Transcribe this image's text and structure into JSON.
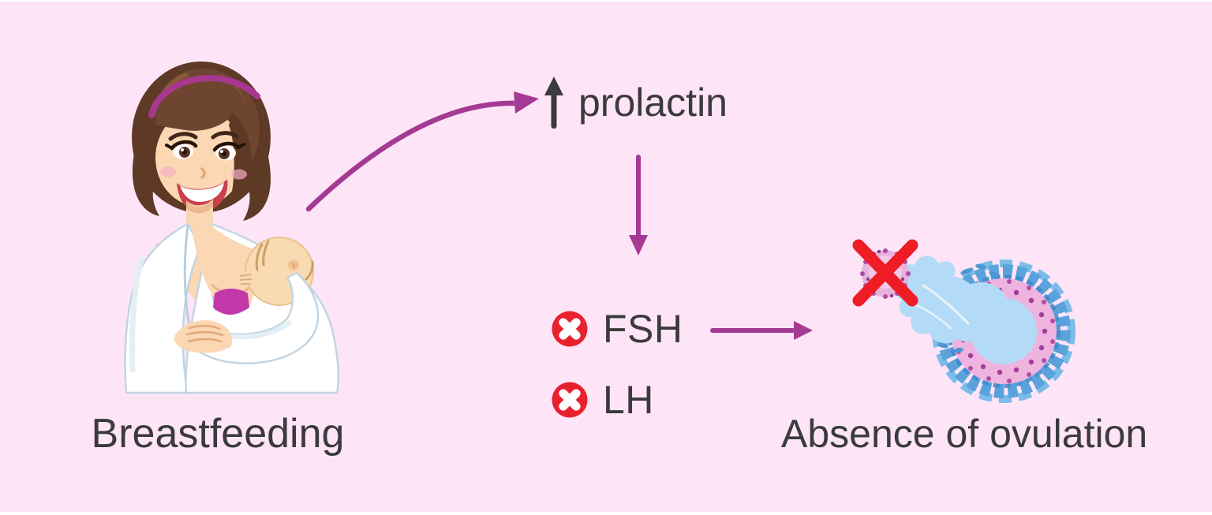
{
  "meta": {
    "background_color": "#fde5f7",
    "frame_color": "#ffffff",
    "diagram_type": "hormonal pathway of lactational anovulation"
  },
  "palette": {
    "arrow_purple": "#a53a95",
    "text_dark": "#3b3a3c",
    "blocked_icon_red": "#e8212f",
    "cross_red": "#ee1c25",
    "follicle_blue": "#5aa2dc",
    "follicle_pink": "#efb3e0",
    "antrum_blue": "#b3daf6"
  },
  "cause": {
    "illustration": "woman-breastfeeding-baby",
    "caption": "Breastfeeding"
  },
  "hormone_pathway": {
    "increased": {
      "indicator": "up-arrow",
      "label": "prolactin"
    },
    "suppressed": [
      {
        "icon": "blocked-icon",
        "label": "FSH"
      },
      {
        "icon": "blocked-icon",
        "label": "LH"
      }
    ]
  },
  "effect": {
    "illustration": "follicle-with-blocked-ovum",
    "caption": "Absence of ovulation"
  }
}
